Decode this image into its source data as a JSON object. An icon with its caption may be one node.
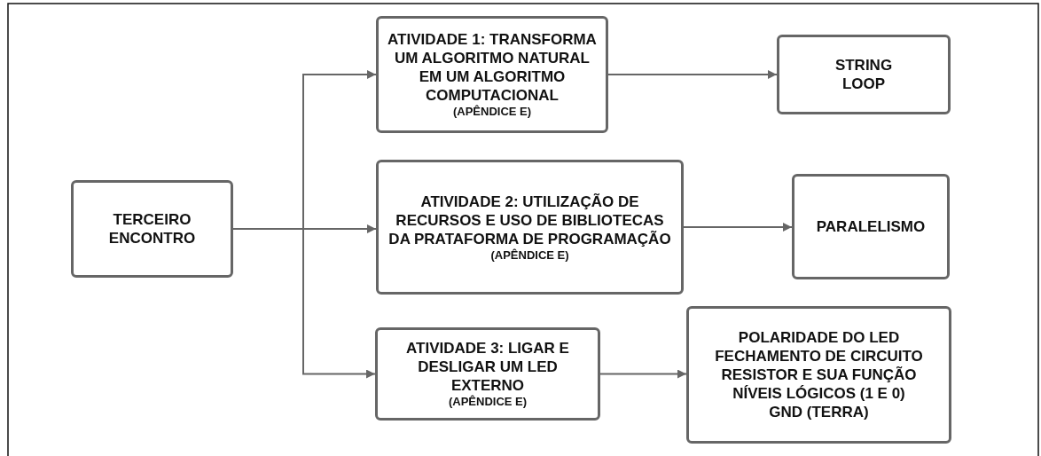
{
  "diagram": {
    "nodes": [
      {
        "text": [
          "TERCEIRO ENCONTRO"
        ]
      },
      {
        "text": [
          "ATIVIDADE 1: TRANSFORMA UM ALGORITMO NATURAL EM UM ALGORITMO COMPUTACIONAL",
          "(APÊNDICE E)"
        ]
      },
      {
        "text": [
          "STRING",
          "LOOP"
        ]
      },
      {
        "text": [
          "ATIVIDADE 2: UTILIZAÇÃO DE RECURSOS E USO DE BIBLIOTECAS DA PRATAFORMA DE PROGRAMAÇÃO",
          "(APÊNDICE E)"
        ]
      },
      {
        "text": [
          "PARALELISMO"
        ]
      },
      {
        "text": [
          "ATIVIDADE 3: LIGAR E DESLIGAR UM LED EXTERNO",
          "(APÊNDICE E)"
        ]
      },
      {
        "text": [
          "POLARIDADE DO LED",
          "FECHAMENTO DE CIRCUITO",
          "RESISTOR E SUA FUNÇÃO",
          "NÍVEIS LÓGICOS (1 E 0)",
          "GND (TERRA)"
        ]
      }
    ],
    "edges": [
      {
        "from": 0,
        "to": 1,
        "arrow": "to"
      },
      {
        "from": 0,
        "to": 3,
        "arrow": "to"
      },
      {
        "from": 0,
        "to": 5,
        "arrow": "to"
      },
      {
        "from": 1,
        "to": 2,
        "arrow": "to"
      },
      {
        "from": 3,
        "to": 4,
        "arrow": "to"
      },
      {
        "from": 5,
        "to": 6,
        "arrow": "to"
      }
    ]
  }
}
